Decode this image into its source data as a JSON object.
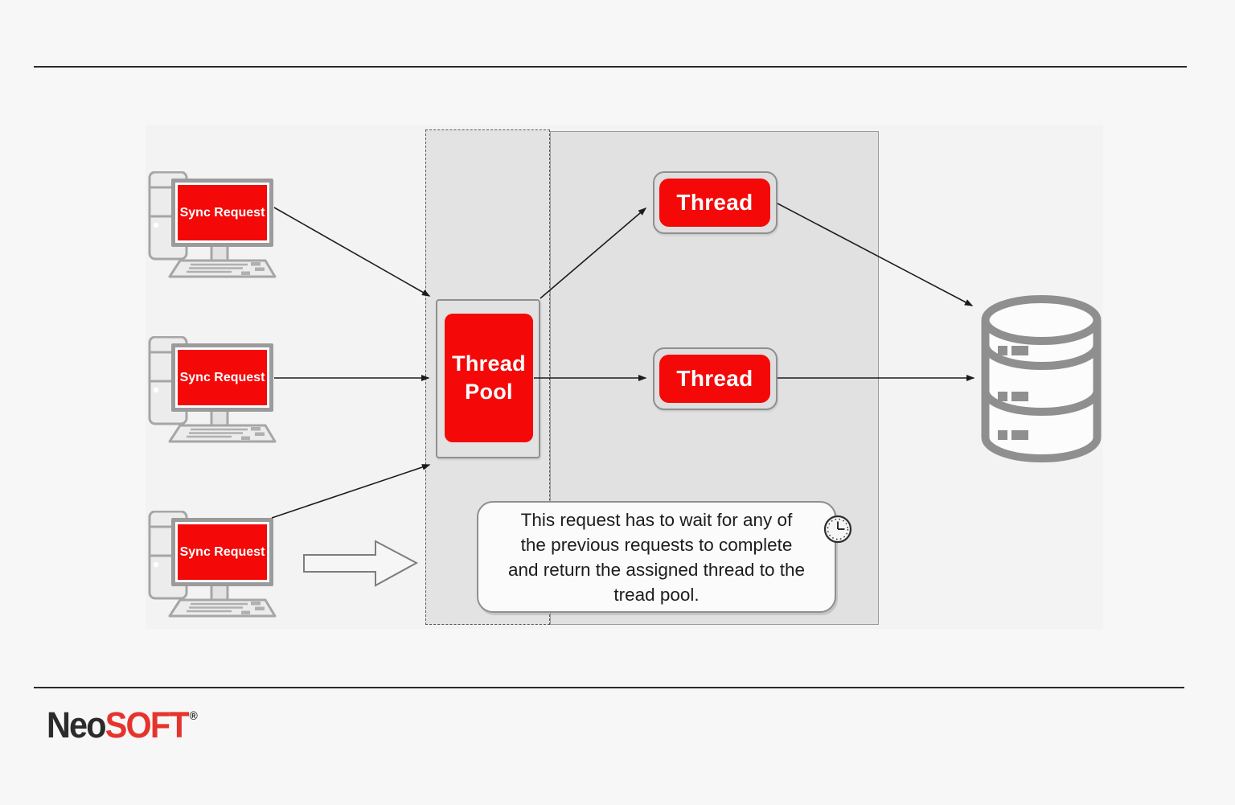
{
  "logo": {
    "neo": "Neo",
    "soft": "SOFT",
    "registered": "®"
  },
  "colors": {
    "accent_red": "#f40808",
    "logo_red": "#e5342e",
    "logo_dark": "#2b2b2b",
    "region_fill": "#e2e2e2",
    "gray_stroke": "#8f8f8f",
    "arrow_black": "#1c1c1c"
  },
  "icons": {
    "client": "computer-icon",
    "storage": "database-icon",
    "wait": "clock-icon",
    "flow": "block-arrow-icon"
  },
  "diagram": {
    "clients": [
      {
        "label": "Sync Request"
      },
      {
        "label": "Sync Request"
      },
      {
        "label": "Sync Request"
      }
    ],
    "thread_pool": {
      "label": "Thread Pool"
    },
    "threads": [
      {
        "label": "Thread"
      },
      {
        "label": "Thread"
      }
    ],
    "note": {
      "lines": [
        "This request has to wait for any of",
        "the previous requests to complete",
        "and return the assigned thread to the",
        "tread pool."
      ]
    }
  }
}
